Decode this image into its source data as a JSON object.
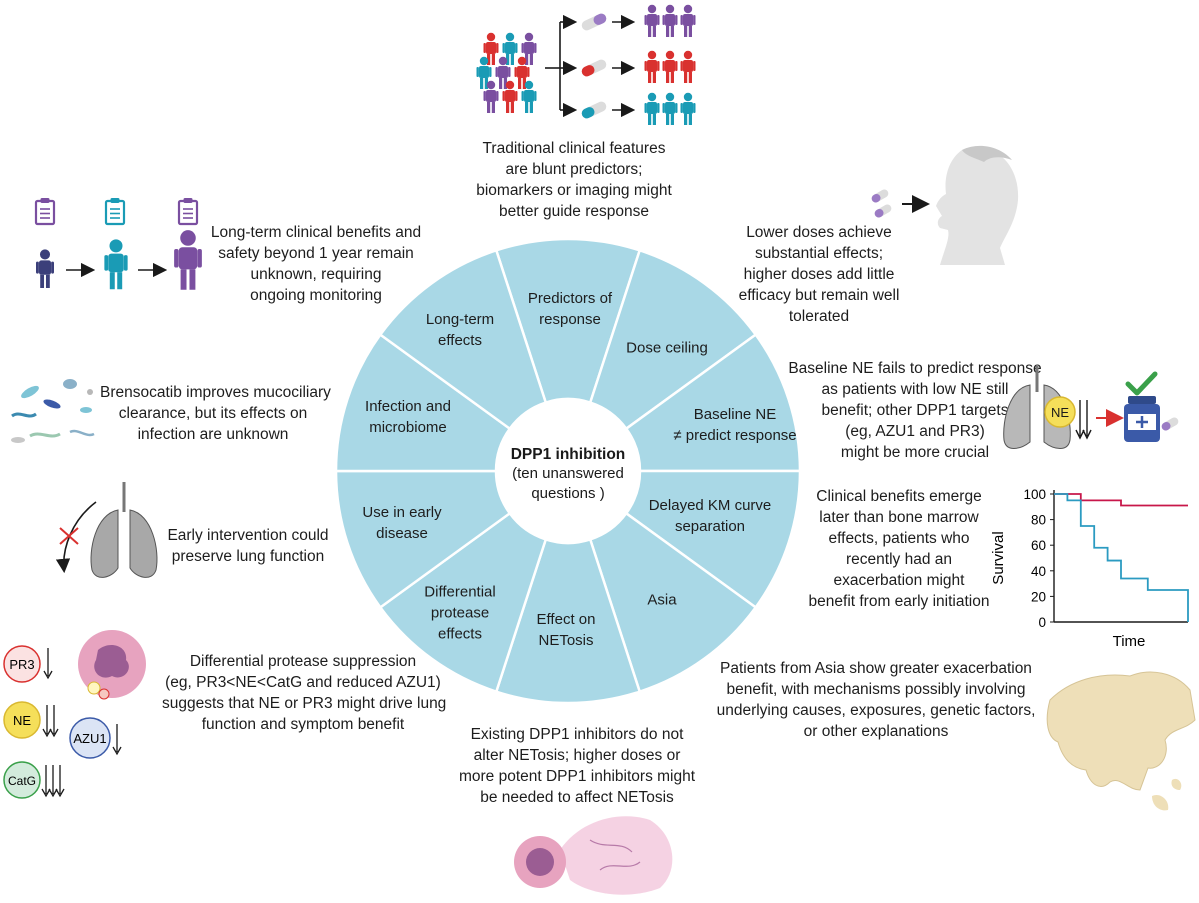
{
  "colors": {
    "segment_fill": "#a9d8e6",
    "segment_stroke": "#ffffff",
    "purple": "#7a4fa0",
    "red": "#d9312f",
    "teal": "#1a9bb5",
    "navy": "#3b3f7a",
    "chart_red": "#c8174a",
    "chart_teal": "#2b9bc1",
    "pink": "#e7a3bf",
    "yellow": "#f5df5a",
    "map": "#eedfb8"
  },
  "center": {
    "title": "DPP1 inhibition",
    "subtitle_lines": [
      "(ten unanswered",
      "questions )"
    ]
  },
  "segments": [
    {
      "lines": [
        "Predictors of",
        "response"
      ]
    },
    {
      "lines": [
        "Dose ceiling"
      ]
    },
    {
      "lines": [
        "Baseline NE",
        "≠ predict response"
      ]
    },
    {
      "lines": [
        "Delayed KM curve",
        "separation"
      ]
    },
    {
      "lines": [
        "Asia"
      ]
    },
    {
      "lines": [
        "Effect on",
        "NETosis"
      ]
    },
    {
      "lines": [
        "Differential",
        "protease",
        "effects"
      ]
    },
    {
      "lines": [
        "Use in early",
        "disease"
      ]
    },
    {
      "lines": [
        "Infection and",
        "microbiome"
      ]
    },
    {
      "lines": [
        "Long-term",
        "effects"
      ]
    }
  ],
  "notes": {
    "predictors": [
      "Traditional clinical features",
      "are blunt predictors;",
      "biomarkers or imaging might",
      "better guide response"
    ],
    "dose": [
      "Lower doses achieve",
      "substantial effects;",
      "higher doses add little",
      "efficacy but remain well",
      "tolerated"
    ],
    "baseline": [
      "Baseline NE fails to predict response",
      "as patients with low NE still",
      "benefit; other DPP1 targets",
      "(eg, AZU1 and PR3)",
      "might be more crucial"
    ],
    "delayed": [
      "Clinical benefits emerge",
      "later than bone marrow",
      "effects, patients who",
      "recently had an",
      "exacerbation might",
      "benefit from early initiation"
    ],
    "asia": [
      "Patients from Asia show greater exacerbation",
      "benefit, with mechanisms possibly involving",
      "underlying causes, exposures, genetic factors,",
      "or other explanations"
    ],
    "netosis": [
      "Existing DPP1 inhibitors do not",
      "alter NETosis; higher doses or",
      "more potent DPP1 inhibitors might",
      "be needed to affect NETosis"
    ],
    "protease": [
      "Differential protease suppression",
      "(eg, PR3<NE<CatG and reduced AZU1)",
      "suggests that NE or PR3 might drive lung",
      "function and symptom benefit"
    ],
    "early": [
      "Early intervention could",
      "preserve lung function"
    ],
    "infection": [
      "Brensocatib improves mucociliary",
      "clearance, but its effects on",
      "infection are unknown"
    ],
    "longterm": [
      "Long-term clinical benefits and",
      "safety beyond 1 year remain",
      "unknown, requiring",
      "ongoing monitoring"
    ]
  },
  "badges": {
    "ne_lung": "NE",
    "pr3": "PR3",
    "ne": "NE",
    "azu1": "AZU1",
    "catg": "CatG"
  },
  "icons": [
    "people-crowd-icon",
    "capsule-icon",
    "person-profile-icon",
    "lungs-icon",
    "medicine-bottle-icon",
    "checkmark-icon",
    "clipboard-icon",
    "child-icon",
    "adult-icon",
    "bacteria-icon",
    "neutrophil-icon",
    "netosis-cell-icon",
    "asia-map-icon"
  ],
  "chart_data": {
    "type": "line",
    "xlabel": "Time",
    "ylabel": "Survival",
    "ylim": [
      0,
      100
    ],
    "yticks": [
      "0",
      "20",
      "40",
      "60",
      "80",
      "100"
    ],
    "series": [
      {
        "color": "#c8174a",
        "x": [
          0,
          1,
          2,
          3,
          4,
          5,
          6,
          7,
          8,
          9,
          10
        ],
        "y": [
          100,
          100,
          95,
          95,
          95,
          91,
          91,
          91,
          91,
          91,
          91
        ]
      },
      {
        "color": "#2b9bc1",
        "x": [
          0,
          1,
          2,
          3,
          4,
          5,
          6,
          7,
          8,
          9,
          10
        ],
        "y": [
          100,
          95,
          75,
          58,
          48,
          34,
          34,
          25,
          25,
          25,
          0
        ]
      }
    ]
  }
}
